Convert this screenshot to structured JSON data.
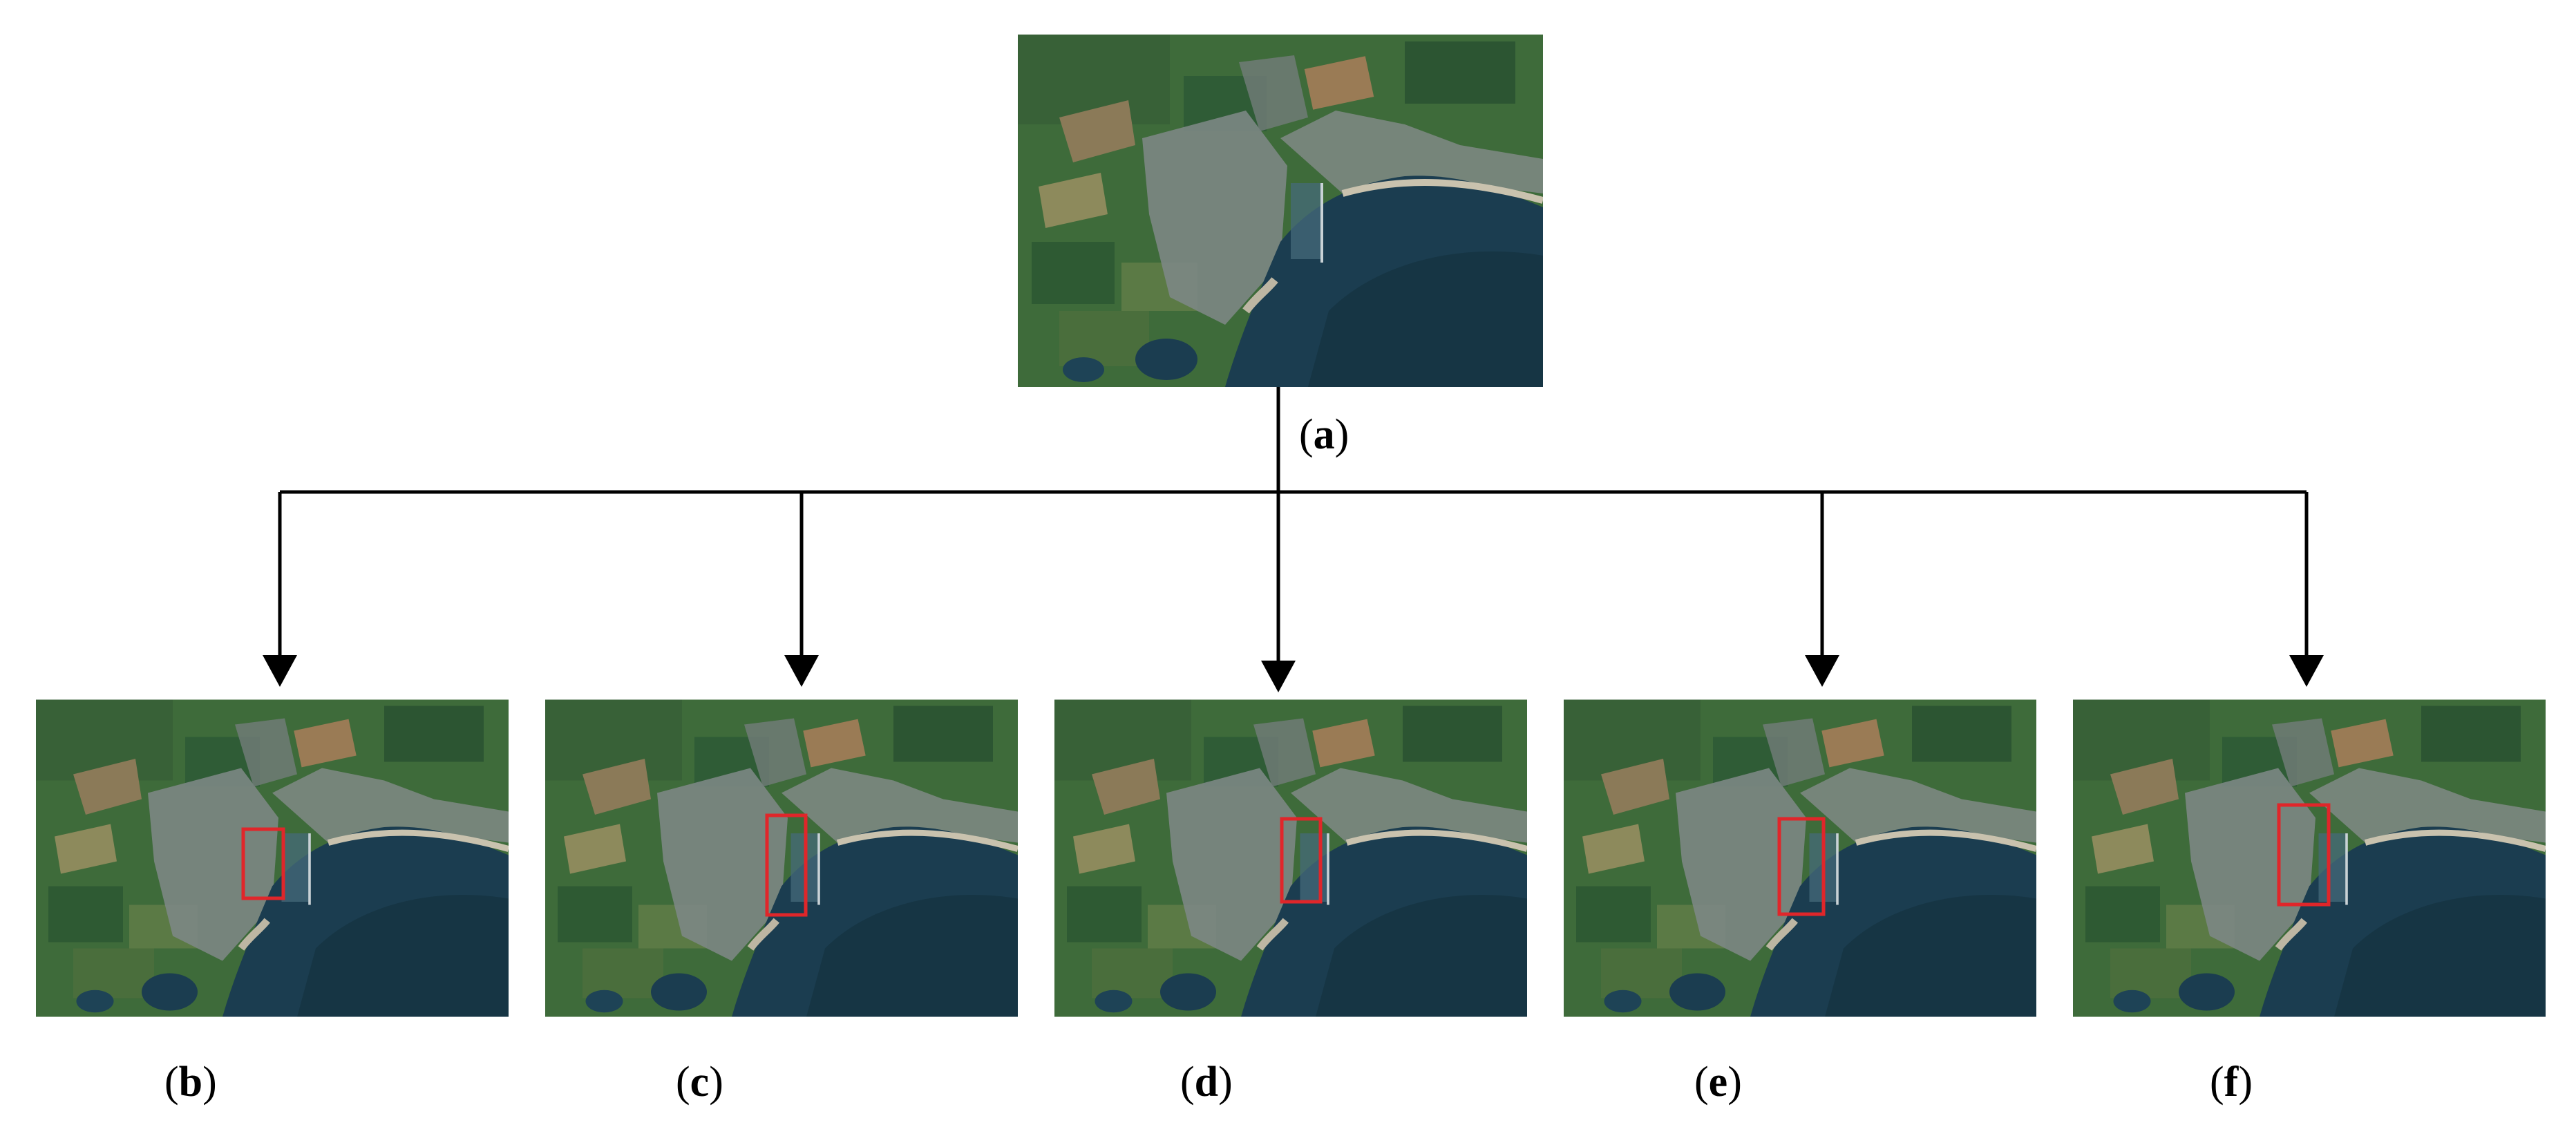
{
  "panels": [
    {
      "id": "a",
      "label": "a",
      "role": "source"
    },
    {
      "id": "b",
      "label": "b",
      "role": "result"
    },
    {
      "id": "c",
      "label": "c",
      "role": "result"
    },
    {
      "id": "d",
      "label": "d",
      "role": "result"
    },
    {
      "id": "e",
      "label": "e",
      "role": "result"
    },
    {
      "id": "f",
      "label": "f",
      "role": "result"
    }
  ],
  "colors": {
    "water": "#1b3d50",
    "water_deep": "#14323f",
    "land": "#3e6b3a",
    "field_dark": "#2e5a33",
    "field_tan": "#8b7a58",
    "urban": "#7c8784",
    "beach": "#c9c2ae",
    "detection_box": "#e0262a",
    "arrow": "#000000"
  }
}
